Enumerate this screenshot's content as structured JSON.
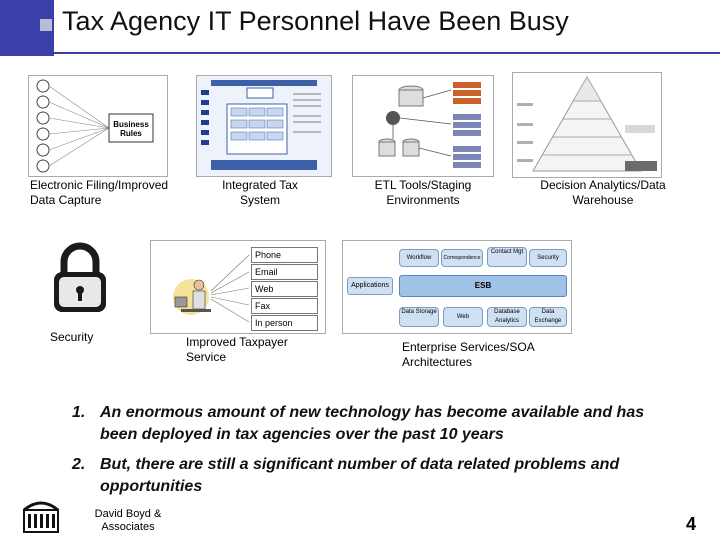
{
  "slide": {
    "title": "Tax Agency IT Personnel Have Been Busy",
    "page_number": "4"
  },
  "thumbnails": {
    "business_rules": {
      "caption": "Electronic Filing/Improved Data Capture",
      "box_label": "Business Rules"
    },
    "integrated_tax": {
      "caption": "Integrated Tax System"
    },
    "etl": {
      "caption": "ETL Tools/Staging Environments"
    },
    "analytics": {
      "caption": "Decision Analytics/Data Warehouse"
    },
    "security": {
      "caption": "Security"
    },
    "taxpayer_service": {
      "caption": "Improved Taxpayer Service",
      "channels": [
        "Phone",
        "Email",
        "Web",
        "Fax",
        "In person"
      ]
    },
    "soa": {
      "caption": "Enterprise Services/SOA Architectures",
      "top_row": [
        "Workflow",
        "Correspondence",
        "Contact Mgt",
        "Security"
      ],
      "left_label": "Applications",
      "bus_label": "ESB",
      "bottom_row": [
        "Data Storage",
        "Web",
        "Database Analytics",
        "Data Exchange"
      ]
    }
  },
  "points": [
    {
      "num": "1.",
      "text": "An enormous amount of new technology has become available and has been deployed in tax agencies over the past 10 years"
    },
    {
      "num": "2.",
      "text": "But, there are still a significant  number of data related problems and opportunities"
    }
  ],
  "footer": {
    "company": "David Boyd & Associates"
  },
  "colors": {
    "title_accent": "#3b3fa8",
    "soa_box": "#cfe0f2",
    "soa_bus": "#9fc3e6"
  }
}
